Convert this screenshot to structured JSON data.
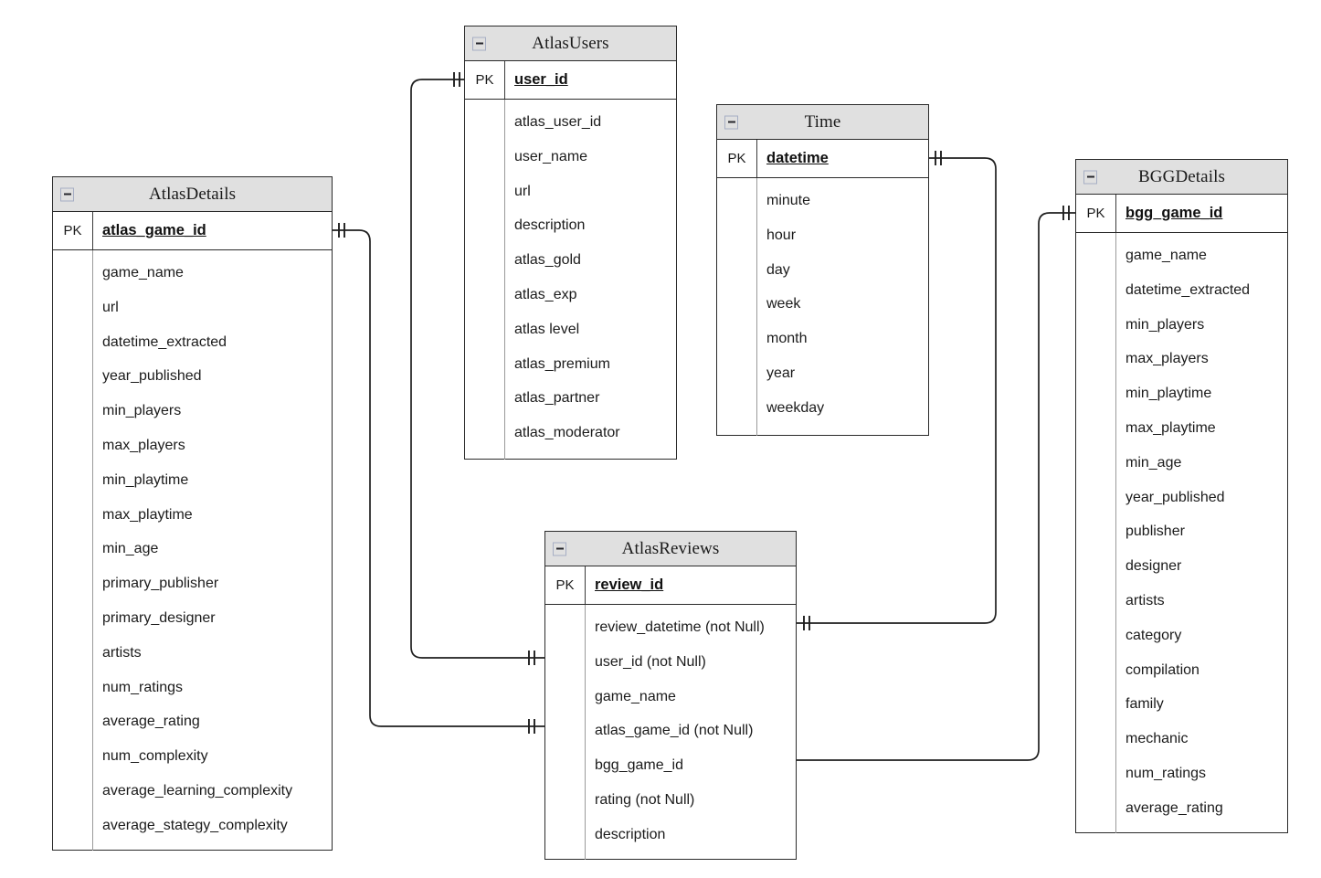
{
  "diagram": {
    "type": "entity-relationship-diagram",
    "collapse_icon": "minus-box-icon",
    "pk_label": "PK",
    "colors": {
      "header_fill": "#e0e0e0",
      "border": "#2a2a2a",
      "canvas": "#ffffff",
      "icon_border": "#a6aec4"
    }
  },
  "entities": [
    {
      "name": "AtlasDetails",
      "pk": "atlas_game_id",
      "attributes": [
        "game_name",
        "url",
        "datetime_extracted",
        "year_published",
        "min_players",
        "max_players",
        "min_playtime",
        "max_playtime",
        "min_age",
        "primary_publisher",
        "primary_designer",
        "artists",
        "num_ratings",
        "average_rating",
        "num_complexity",
        "average_learning_complexity",
        "average_stategy_complexity"
      ]
    },
    {
      "name": "AtlasUsers",
      "pk": "user_id",
      "attributes": [
        "atlas_user_id",
        "user_name",
        "url",
        "description",
        "atlas_gold",
        "atlas_exp",
        "atlas level",
        "atlas_premium",
        "atlas_partner",
        "atlas_moderator"
      ]
    },
    {
      "name": "Time",
      "pk": "datetime",
      "attributes": [
        "minute",
        "hour",
        "day",
        "week",
        "month",
        "year",
        "weekday"
      ]
    },
    {
      "name": "BGGDetails",
      "pk": "bgg_game_id",
      "attributes": [
        "game_name",
        "datetime_extracted",
        "min_players",
        "max_players",
        "min_playtime",
        "max_playtime",
        "min_age",
        "year_published",
        "publisher",
        "designer",
        "artists",
        "category",
        "compilation",
        "family",
        "mechanic",
        "num_ratings",
        "average_rating"
      ]
    },
    {
      "name": "AtlasReviews",
      "pk": "review_id",
      "attributes": [
        "review_datetime (not Null)",
        "user_id (not Null)",
        "game_name",
        "atlas_game_id (not Null)",
        "bgg_game_id",
        "rating (not Null)",
        "description"
      ]
    }
  ],
  "relationships": [
    {
      "from": "AtlasUsers.user_id",
      "to": "AtlasReviews.user_id (not Null)",
      "notation": "one-to-one"
    },
    {
      "from": "AtlasDetails.atlas_game_id",
      "to": "AtlasReviews.atlas_game_id (not Null)",
      "notation": "one-to-one"
    },
    {
      "from": "Time.datetime",
      "to": "AtlasReviews.review_datetime (not Null)",
      "notation": "one-to-one"
    },
    {
      "from": "BGGDetails.bgg_game_id",
      "to": "AtlasReviews.bgg_game_id",
      "notation": "one-to-one"
    }
  ]
}
